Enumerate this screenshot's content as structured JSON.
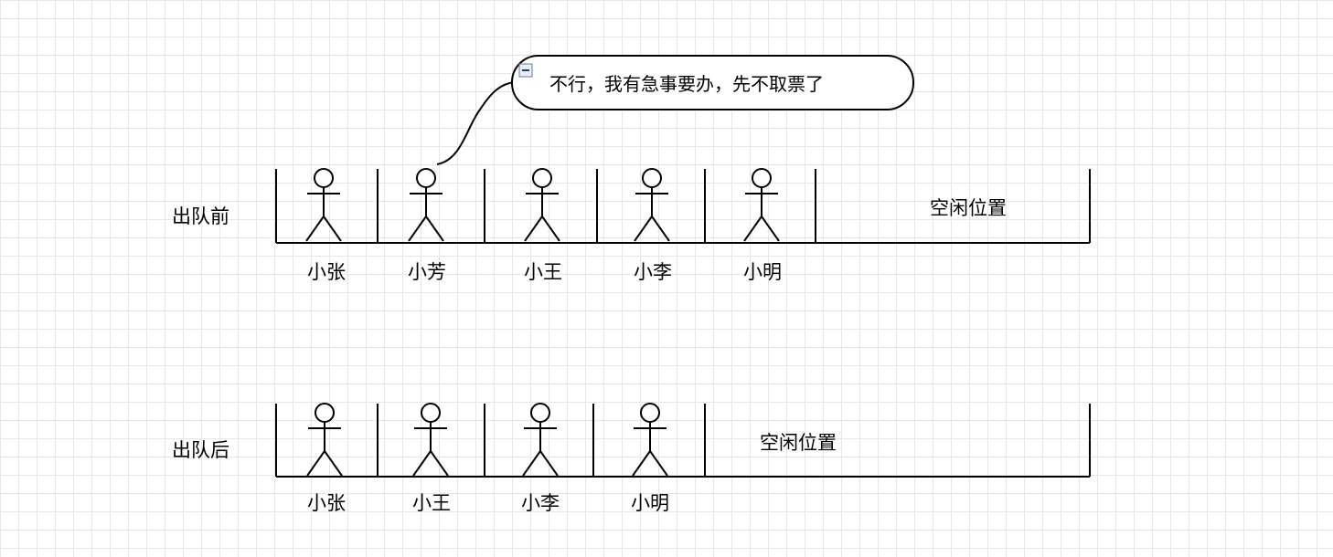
{
  "before": {
    "label": "出队前",
    "people": [
      "小张",
      "小芳",
      "小王",
      "小李",
      "小明"
    ],
    "free_label": "空闲位置"
  },
  "after": {
    "label": "出队后",
    "people": [
      "小张",
      "小王",
      "小李",
      "小明"
    ],
    "free_label": "空闲位置"
  },
  "speech_bubble": {
    "text": "不行，我有急事要办，先不取票了",
    "speaker": "小芳",
    "collapse_icon": "minus-box-icon"
  }
}
